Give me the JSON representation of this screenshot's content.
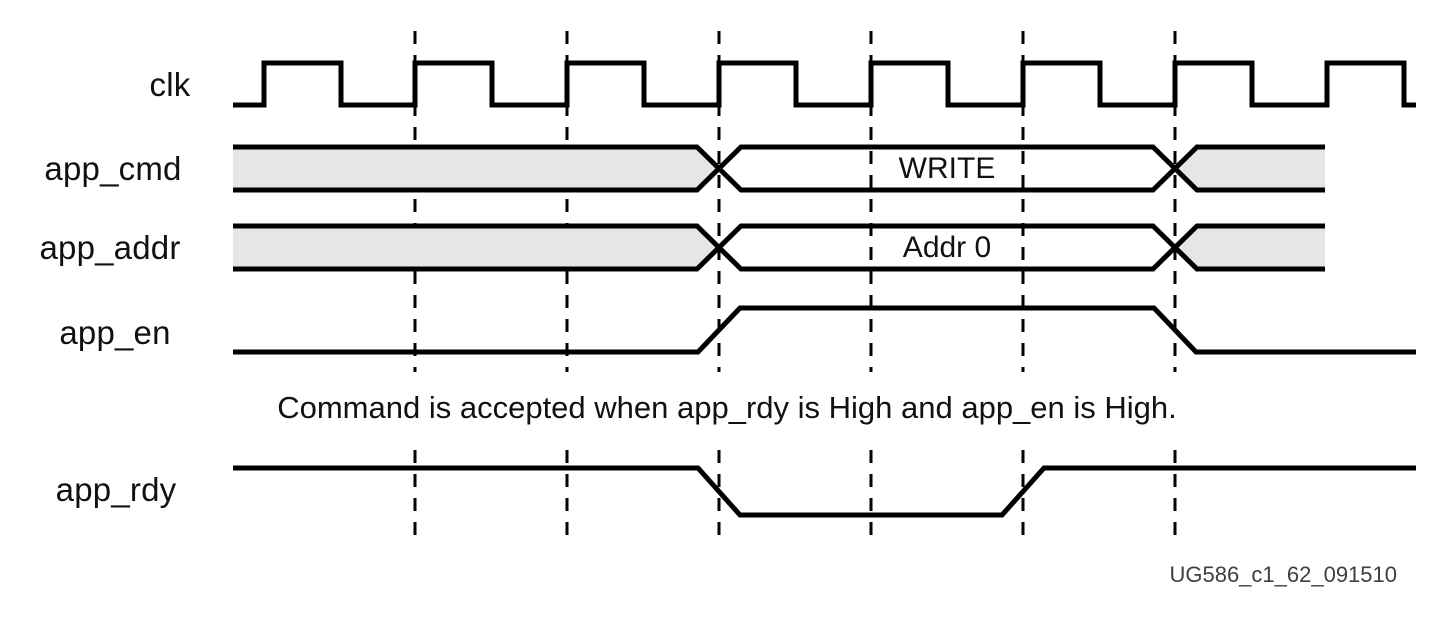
{
  "figure": {
    "caption": "Command is accepted when app_rdy is High and app_en is High.",
    "figure_id": "UG586_c1_62_091510"
  },
  "colors": {
    "background": "#ffffff",
    "line": "#000000",
    "bus_fill": "#e6e6e6",
    "text": "#111111"
  },
  "signals": [
    {
      "name": "clk",
      "type": "clock",
      "cycles": 8
    },
    {
      "name": "app_cmd",
      "type": "bus",
      "segments": [
        {
          "state": "unknown",
          "value": ""
        },
        {
          "state": "valid",
          "value": "WRITE",
          "from_edge": 3,
          "to_edge": 6
        },
        {
          "state": "unknown",
          "value": ""
        }
      ]
    },
    {
      "name": "app_addr",
      "type": "bus",
      "segments": [
        {
          "state": "unknown",
          "value": ""
        },
        {
          "state": "valid",
          "value": "Addr 0",
          "from_edge": 3,
          "to_edge": 6
        },
        {
          "state": "unknown",
          "value": ""
        }
      ]
    },
    {
      "name": "app_en",
      "type": "logic",
      "initial": "low",
      "edges": [
        {
          "edge": 3,
          "to": "high"
        },
        {
          "edge": 6,
          "to": "low"
        }
      ]
    },
    {
      "name": "app_rdy",
      "type": "logic",
      "initial": "high",
      "edges": [
        {
          "edge": 3,
          "to": "low"
        },
        {
          "edge": 5,
          "to": "high"
        }
      ]
    }
  ]
}
